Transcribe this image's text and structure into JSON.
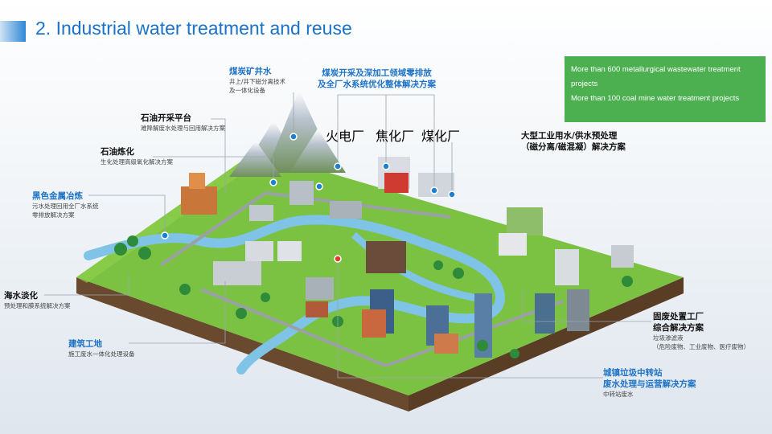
{
  "title": "2. Industrial water treatment and reuse",
  "stats": {
    "line1": "More than 600 metallurgical wastewater treatment projects",
    "line2": "More than 100 coal mine water treatment projects"
  },
  "labels": {
    "coal_mine": {
      "title": "煤炭矿井水",
      "sub1": "井上/井下磁分离技术",
      "sub2": "及一体化设备"
    },
    "coal_zero": {
      "title1": "煤炭开采及深加工领域零排放",
      "title2": "及全厂水系统优化整体解决方案"
    },
    "plant_power": "火电厂",
    "plant_coking": "焦化厂",
    "plant_coalchem": "煤化厂",
    "oil_platform": {
      "title": "石油开采平台",
      "sub": "难降解废水处理与回用解决方案"
    },
    "oil_refining": {
      "title": "石油炼化",
      "sub": "生化处理高级氧化解决方案"
    },
    "nonferrous": {
      "title": "黑色金属冶炼",
      "sub1": "污水处理回用全厂水系统",
      "sub2": "零排放解决方案"
    },
    "desalination": {
      "title": "海水淡化",
      "sub": "预处理和膜系统解决方案"
    },
    "construction": {
      "title": "建筑工地",
      "sub": "施工废水一体化处理设备"
    },
    "industrial_supply": {
      "title1": "大型工业用水/供水预处理",
      "title2": "（磁分离/磁混凝）解决方案"
    },
    "solid_waste": {
      "title1": "固废处置工厂",
      "title2": "综合解决方案",
      "sub1": "垃圾渗滤液",
      "sub2": "（危险废物、工业废物、医疗废物）"
    },
    "transfer_station": {
      "title1": "城镇垃圾中转站",
      "title2": "废水处理与运营解决方案",
      "sub": "中转站废水"
    }
  },
  "colors": {
    "title_blue": "#1a73c9",
    "stats_green": "#4caf50",
    "label_blue": "#1f73c6",
    "grass": "#7cc242",
    "river": "#7fc3e6",
    "marker_blue": "#1e7fd0",
    "marker_red": "#e03b2e"
  }
}
